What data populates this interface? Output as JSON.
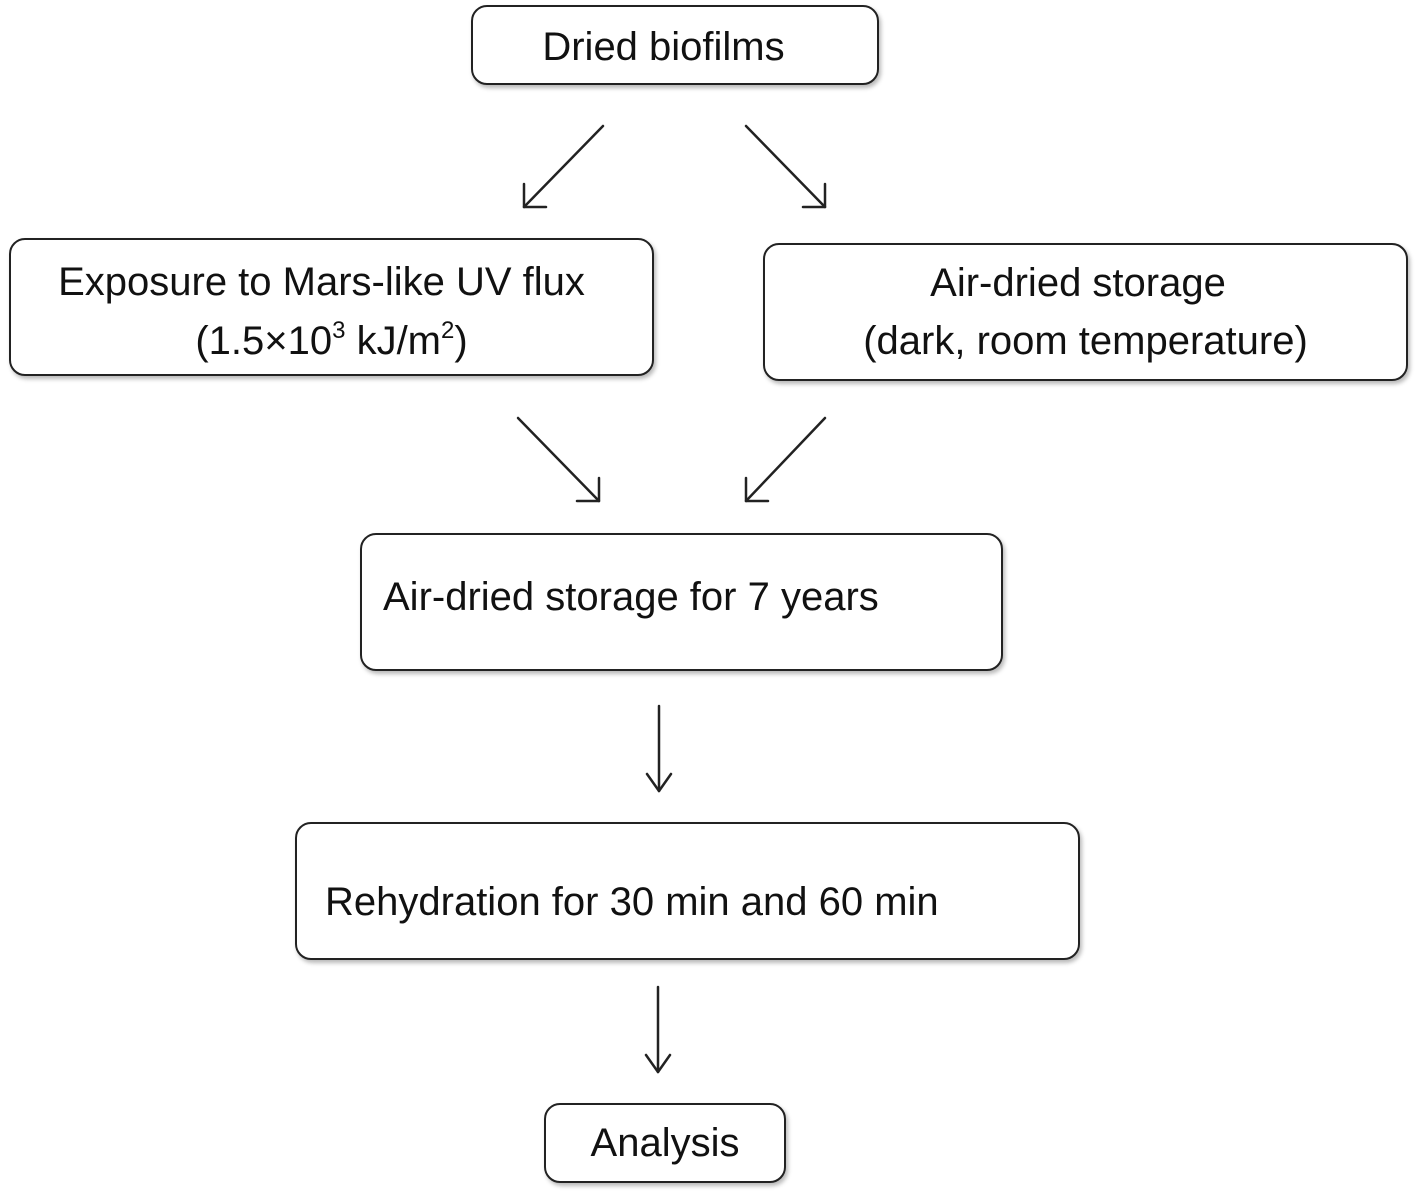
{
  "nodes": {
    "dried": {
      "label": "Dried biofilms"
    },
    "uv": {
      "line1": "Exposure to Mars-like UV flux",
      "line2_pre": "(1.5×10",
      "line2_exp1": "3",
      "line2_mid": " kJ/m",
      "line2_exp2": "2",
      "line2_post": ")"
    },
    "dark": {
      "line1": "Air-dried storage",
      "line2": "(dark, room temperature)"
    },
    "storage": {
      "label": "Air-dried storage for 7 years"
    },
    "rehydration": {
      "label": "Rehydration for 30 min and 60 min"
    },
    "analysis": {
      "label": "Analysis"
    }
  },
  "edges": [
    {
      "from": "dried",
      "to": "uv"
    },
    {
      "from": "dried",
      "to": "dark"
    },
    {
      "from": "uv",
      "to": "storage"
    },
    {
      "from": "dark",
      "to": "storage"
    },
    {
      "from": "storage",
      "to": "rehydration"
    },
    {
      "from": "rehydration",
      "to": "analysis"
    }
  ]
}
